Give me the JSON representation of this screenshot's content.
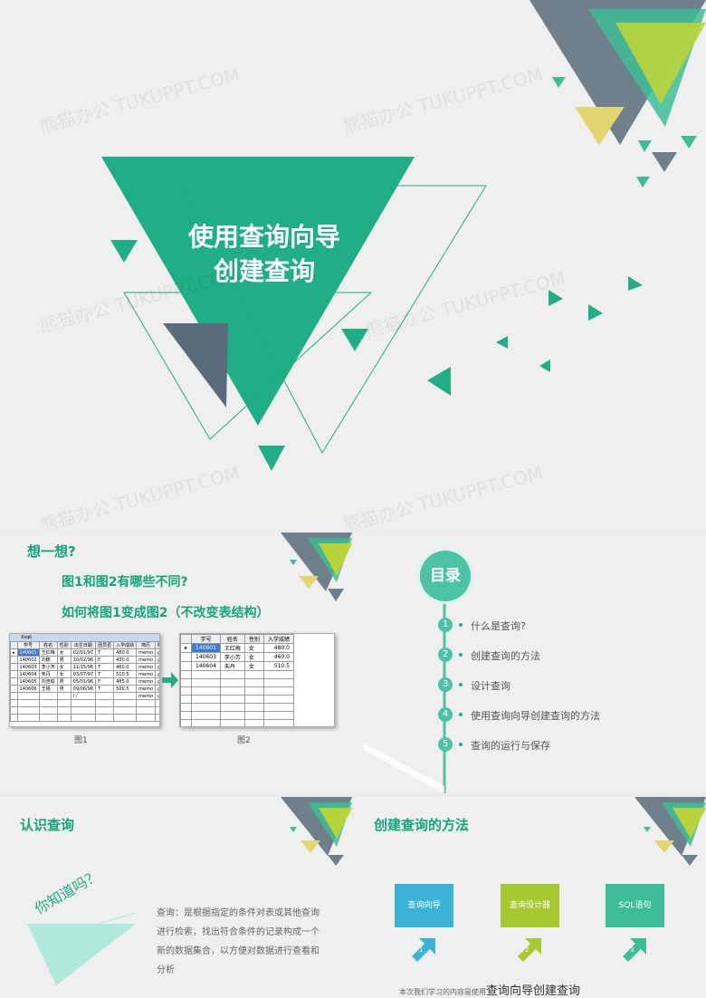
{
  "slide1": {
    "title_line1": "使用查询向导",
    "title_line2": "创建查询",
    "watermark": "熊猫办公 TUKUPPT.COM"
  },
  "slide2": {
    "heading": "想一想?",
    "question1": "图1和图2有哪些不同?",
    "question2": "如何将图1变成图2（不改变表结构）",
    "figure1_window_title": "Xsqk",
    "figure1_caption": "图1",
    "figure2_caption": "图2",
    "figure1_headers": [
      "学号",
      "姓名",
      "性别",
      "出生日期",
      "团员否",
      "入学成绩",
      "简历",
      "照片"
    ],
    "figure1_rows": [
      [
        "140601",
        "王红梅",
        "女",
        "02/01/97",
        "T",
        "480.0",
        "memo",
        "gen"
      ],
      [
        "140602",
        "刘鹏",
        "男",
        "10/02/96",
        "F",
        "430.0",
        "memo",
        "gen"
      ],
      [
        "140603",
        "李小芳",
        "女",
        "11/15/96",
        "T",
        "460.0",
        "memo",
        "gen"
      ],
      [
        "140604",
        "朱丹",
        "女",
        "03/07/97",
        "T",
        "510.5",
        "memo",
        "gen"
      ],
      [
        "140605",
        "刘浩瑜",
        "男",
        "05/01/96",
        "F",
        "485.0",
        "memo",
        "gen"
      ],
      [
        "140606",
        "王锡",
        "男",
        "09/06/96",
        "T",
        "500.5",
        "memo",
        "gen"
      ],
      [
        "",
        "",
        "",
        "/ /",
        "",
        "",
        "memo",
        "gen"
      ]
    ],
    "figure2_headers": [
      "学号",
      "姓名",
      "性别",
      "入学成绩"
    ],
    "figure2_rows": [
      [
        "140601",
        "王红梅",
        "女",
        "480.0"
      ],
      [
        "140603",
        "李小芳",
        "女",
        "460.0"
      ],
      [
        "140604",
        "朱丹",
        "女",
        "510.5"
      ]
    ]
  },
  "slide3": {
    "badge": "目录",
    "items": [
      {
        "num": "1",
        "label": "什么是查询?"
      },
      {
        "num": "2",
        "label": "创建查询的方法"
      },
      {
        "num": "3",
        "label": "设计查询"
      },
      {
        "num": "4",
        "label": "使用查询向导创建查询的方法"
      },
      {
        "num": "5",
        "label": "查询的运行与保存"
      }
    ]
  },
  "slide4": {
    "heading": "认识查询",
    "tag": "你知道吗？",
    "body": "查询：是根据指定的条件对表或其他查询进行检索，找出符合条件的记录构成一个新的数据集合，以方便对数据进行查看和分析"
  },
  "slide5": {
    "heading": "创建查询的方法",
    "cards": [
      {
        "label": "查询向导",
        "num": "1",
        "color": "#3bb3d6"
      },
      {
        "label": "查询设计器",
        "num": "2",
        "color": "#a7c92f"
      },
      {
        "label": "SQL语句",
        "num": "3",
        "color": "#3dbd97"
      }
    ],
    "footer_prefix": "本次我们学习的内容是使用",
    "footer_emph": "查询向导创建查询"
  },
  "colors": {
    "accent_green": "#1fae86",
    "dark_slate": "#5a6b7b",
    "lime": "#b9d43a"
  }
}
